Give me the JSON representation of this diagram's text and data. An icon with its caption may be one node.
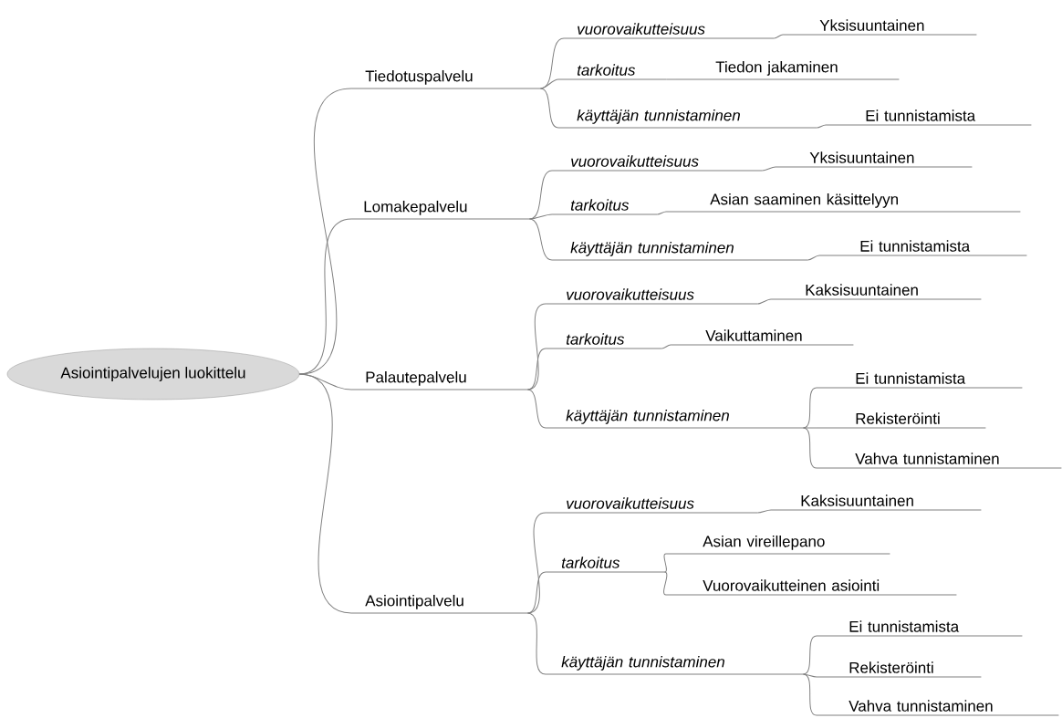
{
  "diagram": {
    "nodes": [
      {
        "text": [
          "Asiointipalvelujen luokittelu"
        ]
      },
      {
        "text": [
          "Tiedotuspalvelu"
        ]
      },
      {
        "text": [
          "vuorovaikutteisuus"
        ]
      },
      {
        "text": [
          "tarkoitus"
        ]
      },
      {
        "text": [
          "käyttäjän tunnistaminen"
        ]
      },
      {
        "text": [
          "Yksisuuntainen"
        ]
      },
      {
        "text": [
          "Tiedon jakaminen"
        ]
      },
      {
        "text": [
          "Ei tunnistamista"
        ]
      },
      {
        "text": [
          "Lomakepalvelu"
        ]
      },
      {
        "text": [
          "vuorovaikutteisuus"
        ]
      },
      {
        "text": [
          "tarkoitus"
        ]
      },
      {
        "text": [
          "käyttäjän tunnistaminen"
        ]
      },
      {
        "text": [
          "Yksisuuntainen"
        ]
      },
      {
        "text": [
          "Asian saaminen käsittelyyn"
        ]
      },
      {
        "text": [
          "Ei tunnistamista"
        ]
      },
      {
        "text": [
          "Palautepalvelu"
        ]
      },
      {
        "text": [
          "vuorovaikutteisuus"
        ]
      },
      {
        "text": [
          "tarkoitus"
        ]
      },
      {
        "text": [
          "käyttäjän tunnistaminen"
        ]
      },
      {
        "text": [
          "Kaksisuuntainen"
        ]
      },
      {
        "text": [
          "Vaikuttaminen"
        ]
      },
      {
        "text": [
          "Ei tunnistamista"
        ]
      },
      {
        "text": [
          "Rekisteröinti"
        ]
      },
      {
        "text": [
          "Vahva tunnistaminen"
        ]
      },
      {
        "text": [
          "Asiointipalvelu"
        ]
      },
      {
        "text": [
          "vuorovaikutteisuus"
        ]
      },
      {
        "text": [
          "tarkoitus"
        ]
      },
      {
        "text": [
          "käyttäjän tunnistaminen"
        ]
      },
      {
        "text": [
          "Kaksisuuntainen"
        ]
      },
      {
        "text": [
          "Asian vireillepano"
        ]
      },
      {
        "text": [
          "Vuorovaikutteinen asiointi"
        ]
      },
      {
        "text": [
          "Ei tunnistamista"
        ]
      },
      {
        "text": [
          "Rekisteröinti"
        ]
      },
      {
        "text": [
          "Vahva tunnistaminen"
        ]
      }
    ],
    "edges": [
      {
        "from": 0,
        "to": 1,
        "arrow": "none"
      },
      {
        "from": 0,
        "to": 8,
        "arrow": "none"
      },
      {
        "from": 0,
        "to": 15,
        "arrow": "none"
      },
      {
        "from": 0,
        "to": 24,
        "arrow": "none"
      },
      {
        "from": 1,
        "to": 2,
        "arrow": "none"
      },
      {
        "from": 1,
        "to": 3,
        "arrow": "none"
      },
      {
        "from": 1,
        "to": 4,
        "arrow": "none"
      },
      {
        "from": 2,
        "to": 5,
        "arrow": "none"
      },
      {
        "from": 3,
        "to": 6,
        "arrow": "none"
      },
      {
        "from": 4,
        "to": 7,
        "arrow": "none"
      },
      {
        "from": 8,
        "to": 9,
        "arrow": "none"
      },
      {
        "from": 8,
        "to": 10,
        "arrow": "none"
      },
      {
        "from": 8,
        "to": 11,
        "arrow": "none"
      },
      {
        "from": 9,
        "to": 12,
        "arrow": "none"
      },
      {
        "from": 10,
        "to": 13,
        "arrow": "none"
      },
      {
        "from": 11,
        "to": 14,
        "arrow": "none"
      },
      {
        "from": 15,
        "to": 16,
        "arrow": "none"
      },
      {
        "from": 15,
        "to": 17,
        "arrow": "none"
      },
      {
        "from": 15,
        "to": 18,
        "arrow": "none"
      },
      {
        "from": 16,
        "to": 19,
        "arrow": "none"
      },
      {
        "from": 17,
        "to": 20,
        "arrow": "none"
      },
      {
        "from": 18,
        "to": 21,
        "arrow": "none"
      },
      {
        "from": 18,
        "to": 22,
        "arrow": "none"
      },
      {
        "from": 18,
        "to": 23,
        "arrow": "none"
      },
      {
        "from": 24,
        "to": 25,
        "arrow": "none"
      },
      {
        "from": 24,
        "to": 26,
        "arrow": "none"
      },
      {
        "from": 24,
        "to": 27,
        "arrow": "none"
      },
      {
        "from": 25,
        "to": 28,
        "arrow": "none"
      },
      {
        "from": 26,
        "to": 29,
        "arrow": "none"
      },
      {
        "from": 26,
        "to": 30,
        "arrow": "none"
      },
      {
        "from": 27,
        "to": 31,
        "arrow": "none"
      },
      {
        "from": 27,
        "to": 32,
        "arrow": "none"
      },
      {
        "from": 27,
        "to": 33,
        "arrow": "none"
      }
    ]
  }
}
